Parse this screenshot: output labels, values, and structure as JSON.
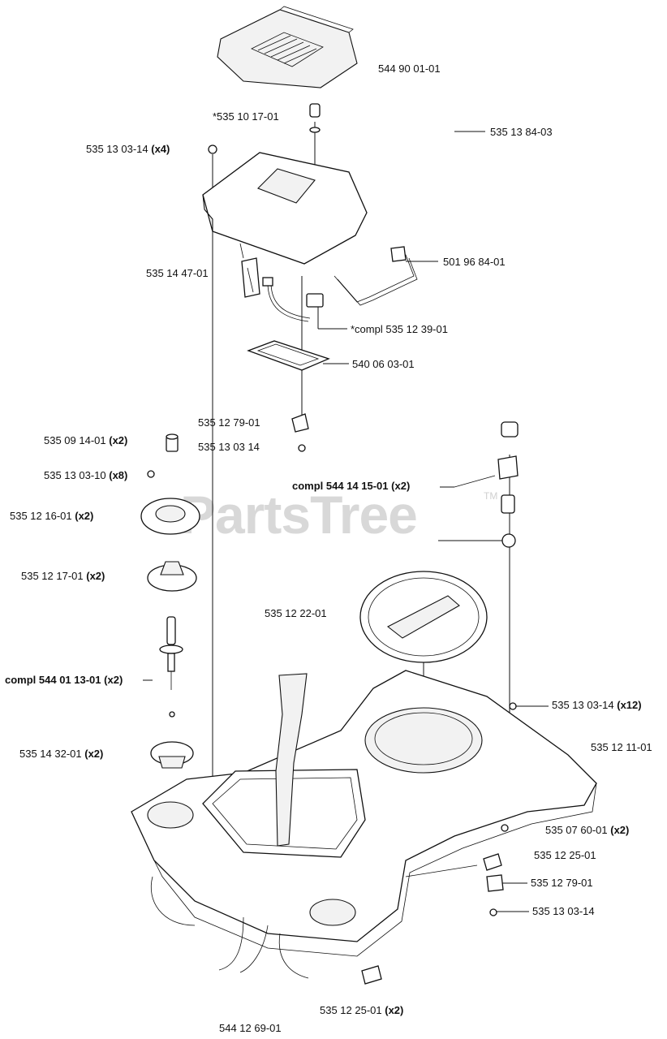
{
  "watermark": {
    "text": "PartsTree",
    "trademark": "TM"
  },
  "labels": [
    {
      "id": "p-544-90-01-01",
      "code": "544 90 01-01",
      "qty": ""
    },
    {
      "id": "p-535-10-17-01",
      "code": "*535 10 17-01",
      "qty": ""
    },
    {
      "id": "p-535-13-84-03",
      "code": "535 13 84-03",
      "qty": ""
    },
    {
      "id": "p-535-13-03-14-x4",
      "code": "535 13 03-14",
      "qty": "(x4)"
    },
    {
      "id": "p-535-14-47-01",
      "code": "535 14 47-01",
      "qty": ""
    },
    {
      "id": "p-501-96-84-01",
      "code": "501 96 84-01",
      "qty": ""
    },
    {
      "id": "p-535-12-39-01",
      "code": "*compl 535 12 39-01",
      "qty": ""
    },
    {
      "id": "p-540-06-03-01",
      "code": "540 06 03-01",
      "qty": ""
    },
    {
      "id": "p-535-12-79-01-a",
      "code": "535 12 79-01",
      "qty": ""
    },
    {
      "id": "p-535-09-14-01",
      "code": "535 09 14-01",
      "qty": "(x2)"
    },
    {
      "id": "p-535-13-03-14-a",
      "code": "535 13 03 14",
      "qty": ""
    },
    {
      "id": "p-535-13-03-10",
      "code": "535 13 03-10",
      "qty": "(x8)"
    },
    {
      "id": "p-544-14-15-01",
      "code": "compl 544 14 15-01",
      "qty": "(x2)"
    },
    {
      "id": "p-535-12-16-01",
      "code": "535 12 16-01",
      "qty": "(x2)"
    },
    {
      "id": "p-535-12-17-01",
      "code": "535 12 17-01",
      "qty": "(x2)"
    },
    {
      "id": "p-535-12-22-01",
      "code": "535 12 22-01",
      "qty": ""
    },
    {
      "id": "p-544-01-13-01",
      "code": "compl 544 01 13-01",
      "qty": "(x2)"
    },
    {
      "id": "p-535-13-03-14-x12",
      "code": "535 13 03-14",
      "qty": "(x12)"
    },
    {
      "id": "p-535-12-11-01",
      "code": "535 12 11-01",
      "qty": ""
    },
    {
      "id": "p-535-14-32-01",
      "code": "535 14 32-01",
      "qty": "(x2)"
    },
    {
      "id": "p-535-07-60-01",
      "code": "535 07 60-01",
      "qty": "(x2)"
    },
    {
      "id": "p-535-12-25-01-a",
      "code": "535 12 25-01",
      "qty": ""
    },
    {
      "id": "p-535-12-79-01-b",
      "code": "535 12 79-01",
      "qty": ""
    },
    {
      "id": "p-535-13-03-14-b",
      "code": "535 13 03-14",
      "qty": ""
    },
    {
      "id": "p-535-12-25-01-x2",
      "code": "535 12 25-01",
      "qty": "(x2)"
    },
    {
      "id": "p-544-12-69-01",
      "code": "544 12 69-01",
      "qty": ""
    }
  ]
}
